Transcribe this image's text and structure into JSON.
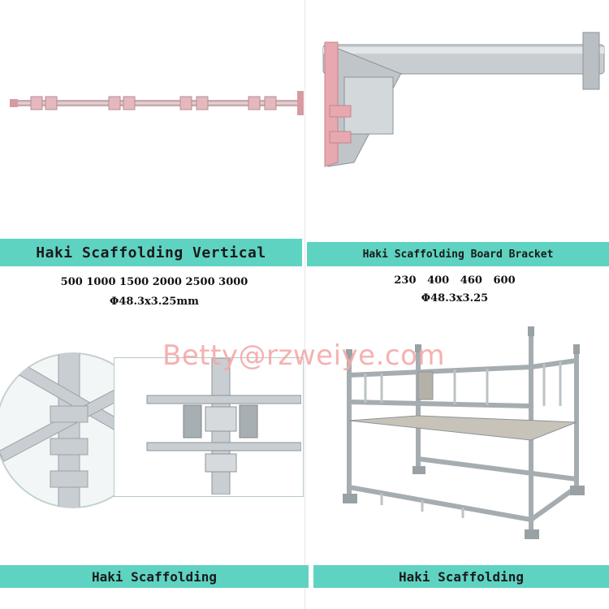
{
  "panels": {
    "vertical": {
      "title": "Haki Scaffolding Vertical",
      "sizes": "500 1000 1500 2000 2500 3000",
      "spec": "Φ48.3x3.25mm"
    },
    "bracket": {
      "title": "Haki Scaffolding Board Bracket",
      "sizes": "230   400   460   600",
      "spec": "Φ48.3x3.25"
    },
    "connection": {
      "title": "Haki Scaffolding"
    },
    "tower": {
      "title": "Haki Scaffolding"
    }
  },
  "watermark": "Betty@rzweiye.com",
  "colors": {
    "banner": "#5fd3c2",
    "steel": "#c8cdd1",
    "steel_dark": "#8d9499",
    "flange": "#e8a8b0",
    "watermark": "#f4a9a9"
  }
}
